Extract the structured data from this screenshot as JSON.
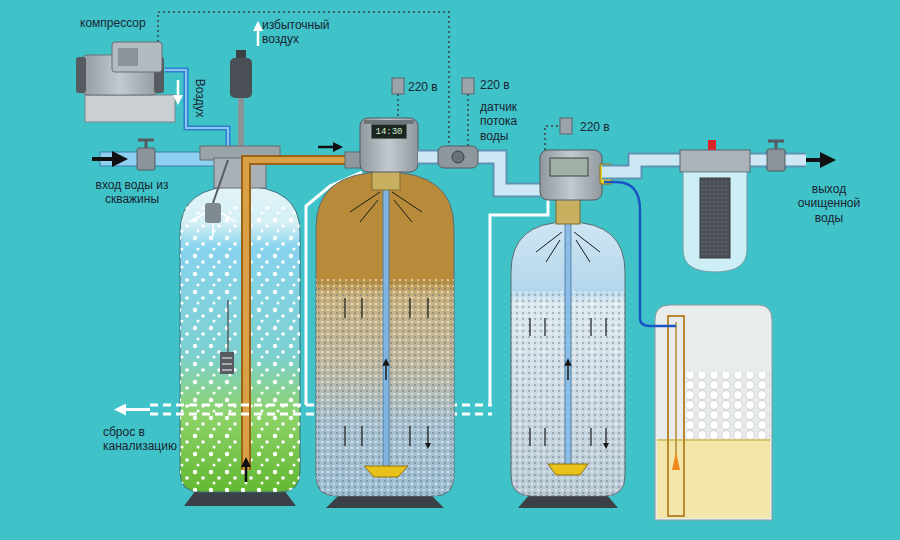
{
  "diagram": {
    "nodes": [
      {
        "text": [
          "14:30"
        ]
      }
    ],
    "labels": [
      "компрессор",
      "Воздух",
      "избыточный воздух",
      "220 в",
      "220 в",
      "датчик потока воды",
      "220 в",
      "вход воды из скважины",
      "выход очищенной воды",
      "сброс в канализацию"
    ]
  }
}
